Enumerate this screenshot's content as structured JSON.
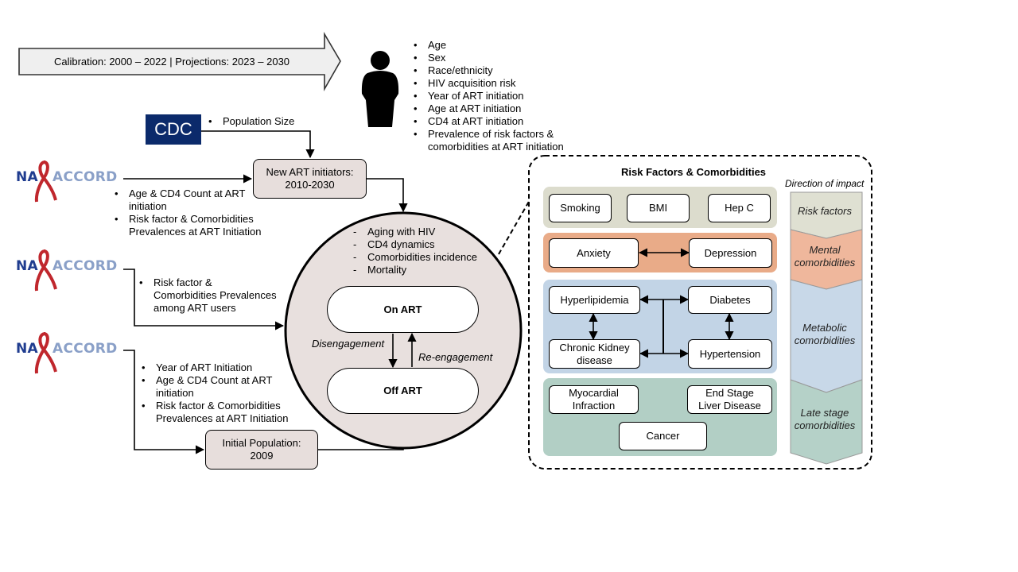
{
  "timeline": {
    "label": "Calibration: 2000 – 2022 | Projections: 2023 – 2030"
  },
  "person_attributes": [
    "Age",
    "Sex",
    "Race/ethnicity",
    "HIV acquisition risk",
    "Year of ART initiation",
    "Age at ART initiation",
    "CD4 at ART initiation",
    "Prevalence of risk factors &",
    "comorbidities at ART initiation"
  ],
  "cdc": {
    "logo_text": "CDC",
    "input": "Population Size"
  },
  "na_accord": {
    "logo_letters_left": "NA",
    "logo_letters_right": "ACCORD",
    "logo_color_blue": "#1f3c8f",
    "logo_color_grey": "#8aa0c8",
    "ribbon_color": "#c0272d"
  },
  "source1_items": [
    [
      "Age & CD4 Count at ART",
      "initiation"
    ],
    [
      "Risk factor & Comorbidities",
      "Prevalences at ART Initiation"
    ]
  ],
  "source2_items": [
    [
      "Risk factor &",
      "Comorbidities Prevalences",
      "among ART users"
    ]
  ],
  "source3_items": [
    [
      "Year of ART Initiation"
    ],
    [
      "Age & CD4 Count at ART",
      "initiation"
    ],
    [
      "Risk factor & Comorbidities",
      "Prevalences at ART Initiation"
    ]
  ],
  "new_initiators": [
    "New ART initiators:",
    "2010-2030"
  ],
  "initial_population": [
    "Initial Population:",
    "2009"
  ],
  "model_processes": [
    "Aging with HIV",
    "CD4 dynamics",
    "Comorbidities incidence",
    "Mortality"
  ],
  "states": {
    "on_art": "On ART",
    "off_art": "Off ART",
    "disengagement": "Disengagement",
    "reengagement": "Re-engagement"
  },
  "risk_panel": {
    "title": "Risk Factors & Comorbidities",
    "risk_factors": [
      "Smoking",
      "BMI",
      "Hep C"
    ],
    "mental": [
      "Anxiety",
      "Depression"
    ],
    "metabolic": {
      "hyperlipidemia": "Hyperlipidemia",
      "diabetes": "Diabetes",
      "ckd": [
        "Chronic Kidney",
        "disease"
      ],
      "hypertension": "Hypertension"
    },
    "late_stage": {
      "mi": [
        "Myocardial",
        "Infraction"
      ],
      "esld": [
        "End Stage",
        "Liver Disease"
      ],
      "cancer": "Cancer"
    }
  },
  "direction": {
    "title": "Direction of impact",
    "levels": [
      {
        "label": [
          "Risk factors"
        ],
        "color": "#dfe0d2"
      },
      {
        "label": [
          "Mental",
          "comorbidities"
        ],
        "color": "#efb79c"
      },
      {
        "label": [
          "Metabolic",
          "comorbidities"
        ],
        "color": "#c8d8e8"
      },
      {
        "label": [
          "Late stage",
          "comorbidities"
        ],
        "color": "#b5d1c8"
      }
    ]
  },
  "colors": {
    "panel_risk": "#dcdccd",
    "panel_mental": "#e9ab88",
    "panel_metabolic": "#c2d4e6",
    "panel_late": "#b2cfc5",
    "circle_fill": "#e8e0de",
    "cdc_blue": "#0b2a6b",
    "arrow_fill": "#efefef"
  }
}
